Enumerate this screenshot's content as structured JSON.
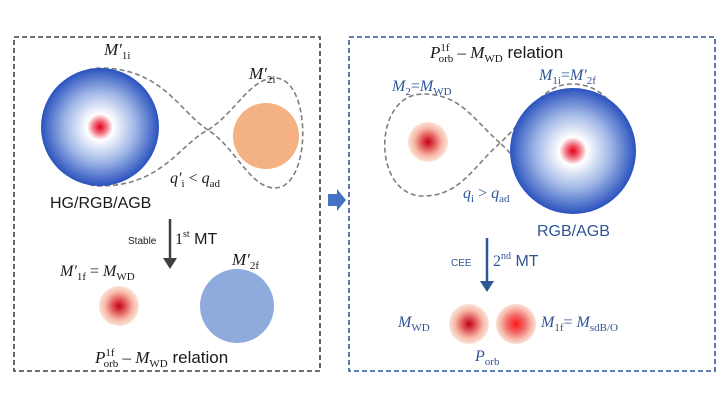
{
  "left_panel": {
    "m1i": {
      "base": "M′",
      "sub": "1i"
    },
    "m2i": {
      "base": "M′",
      "sub": "2i"
    },
    "q_relation": {
      "q": "q′",
      "q_sub": "i",
      "op": " < ",
      "q2": "q",
      "q2_sub": "ad"
    },
    "stage_label": "HG/RGB/AGB",
    "arrow_side_label": "Stable",
    "mt_label": {
      "num": "1",
      "sup": "st",
      "rest": " MT"
    },
    "m1f": {
      "base": "M′",
      "sub": "1f",
      "eq": " = ",
      "rhs": "M",
      "rhs_sub": "WD"
    },
    "m2f": {
      "base": "M′",
      "sub": "2f"
    },
    "relation": {
      "p": "P",
      "sup": "1f",
      "sub": "orb",
      "dash": " – ",
      "m": "M",
      "m_sub": "WD",
      "word": " relation"
    }
  },
  "right_panel": {
    "relation": {
      "p": "P",
      "sup": "1f",
      "sub": "orb",
      "dash": " – ",
      "m": "M",
      "m_sub": "WD",
      "word": " relation"
    },
    "m2_eq": {
      "base": "M",
      "sub": "2",
      "eq": "=",
      "rhs": "M",
      "rhs_sub": "WD"
    },
    "m1i_eq": {
      "base": "M",
      "sub": "1i",
      "eq": "=",
      "rhs": "M′",
      "rhs_sub": "2f"
    },
    "q_relation": {
      "q": "q",
      "q_sub": "i",
      "op": " > ",
      "q2": "q",
      "q2_sub": "ad"
    },
    "stage_label": "RGB/AGB",
    "arrow_side_label": "CEE",
    "mt_label": {
      "num": "2",
      "sup": "nd",
      "rest": " MT"
    },
    "mwd": {
      "base": "M",
      "sub": "WD"
    },
    "m1f_eq": {
      "base": "M",
      "sub": "1f",
      "eq": "= ",
      "rhs": "M",
      "rhs_sub": "sdB/O"
    },
    "porb": {
      "base": "P",
      "sub": "orb"
    }
  },
  "colors": {
    "text_dark": "#1a1a1a",
    "text_blue": "#2f5597",
    "panel_border_left": "#404040",
    "panel_border_right": "#2f5597",
    "arrow_between": "#4472c4",
    "companion_orange": "#f4b183",
    "companion_blue": "#8faadc"
  }
}
